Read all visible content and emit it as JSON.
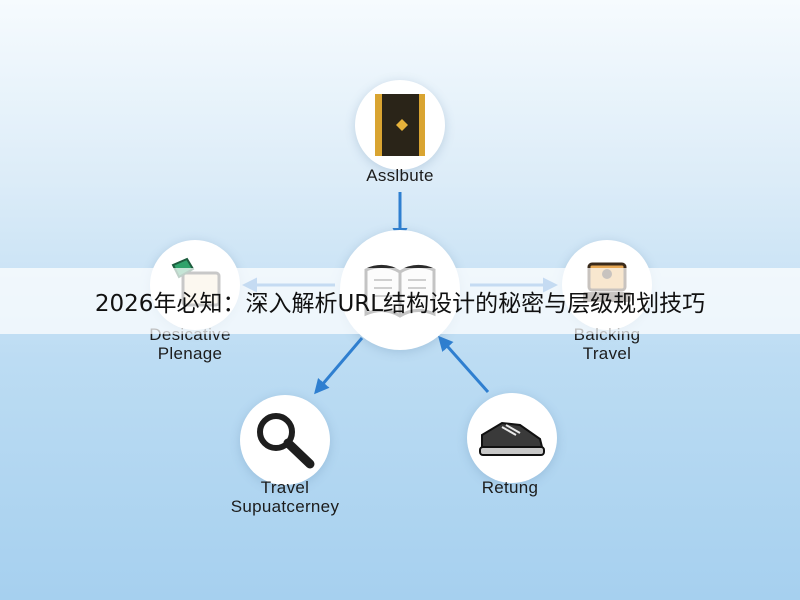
{
  "diagram": {
    "nodes": [
      {
        "id": "top",
        "label_lines": [
          "Asslbute"
        ],
        "icon": "book-icon"
      },
      {
        "id": "center",
        "label_lines": [],
        "icon": "open-book-icon"
      },
      {
        "id": "left",
        "label_lines": [
          "Desicative",
          "Plenage"
        ],
        "icon": "package-icon"
      },
      {
        "id": "right",
        "label_lines": [
          "Balcking",
          "Travel"
        ],
        "icon": "laptop-icon"
      },
      {
        "id": "bottom-left",
        "label_lines": [
          "Travel",
          "Supuatcerney"
        ],
        "icon": "magnifier-icon"
      },
      {
        "id": "bottom-right",
        "label_lines": [
          "Retung"
        ],
        "icon": "shoe-icon"
      }
    ],
    "edges": [
      {
        "from": "top",
        "to": "center"
      },
      {
        "from": "center",
        "to": "left"
      },
      {
        "from": "center",
        "to": "right"
      },
      {
        "from": "center",
        "to": "bottom-left"
      },
      {
        "from": "bottom-right",
        "to": "center"
      }
    ],
    "colors": {
      "arrow": "#2f7fd0",
      "node_fill": "#ffffff"
    }
  },
  "banner": {
    "title": "2026年必知：深入解析URL结构设计的秘密与层级规划技巧"
  }
}
